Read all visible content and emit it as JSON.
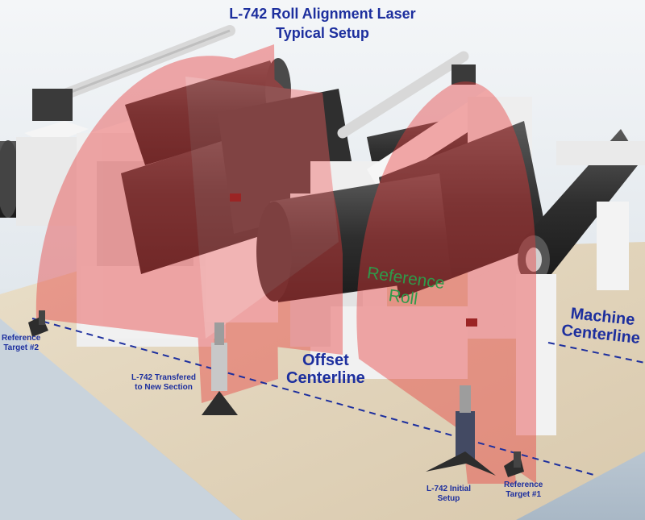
{
  "title": {
    "line1": "L-742 Roll Alignment Laser",
    "line2": "Typical Setup"
  },
  "labels": {
    "reference_target_2": [
      "Reference",
      "Target #2"
    ],
    "transferred": [
      "L-742 Transfered",
      "to New Section"
    ],
    "offset_centerline": [
      "Offset",
      "Centerline"
    ],
    "reference_roll": [
      "Reference",
      "Roll"
    ],
    "machine_centerline": [
      "Machine",
      "Centerline"
    ],
    "initial_setup": [
      "L-742 Initial",
      "Setup"
    ],
    "reference_target_1": [
      "Reference",
      "Target #1"
    ]
  },
  "colors": {
    "label_blue": "#1d2f9e",
    "label_green": "#2e9a4a",
    "laser_plane": "#e83a3a",
    "floor": "#e8dcc6",
    "roll_dark": "#3b3b3b",
    "frame": "#f3f3f3",
    "background_top": "#f2f4f6",
    "background_bottom": "#aab9c6"
  }
}
